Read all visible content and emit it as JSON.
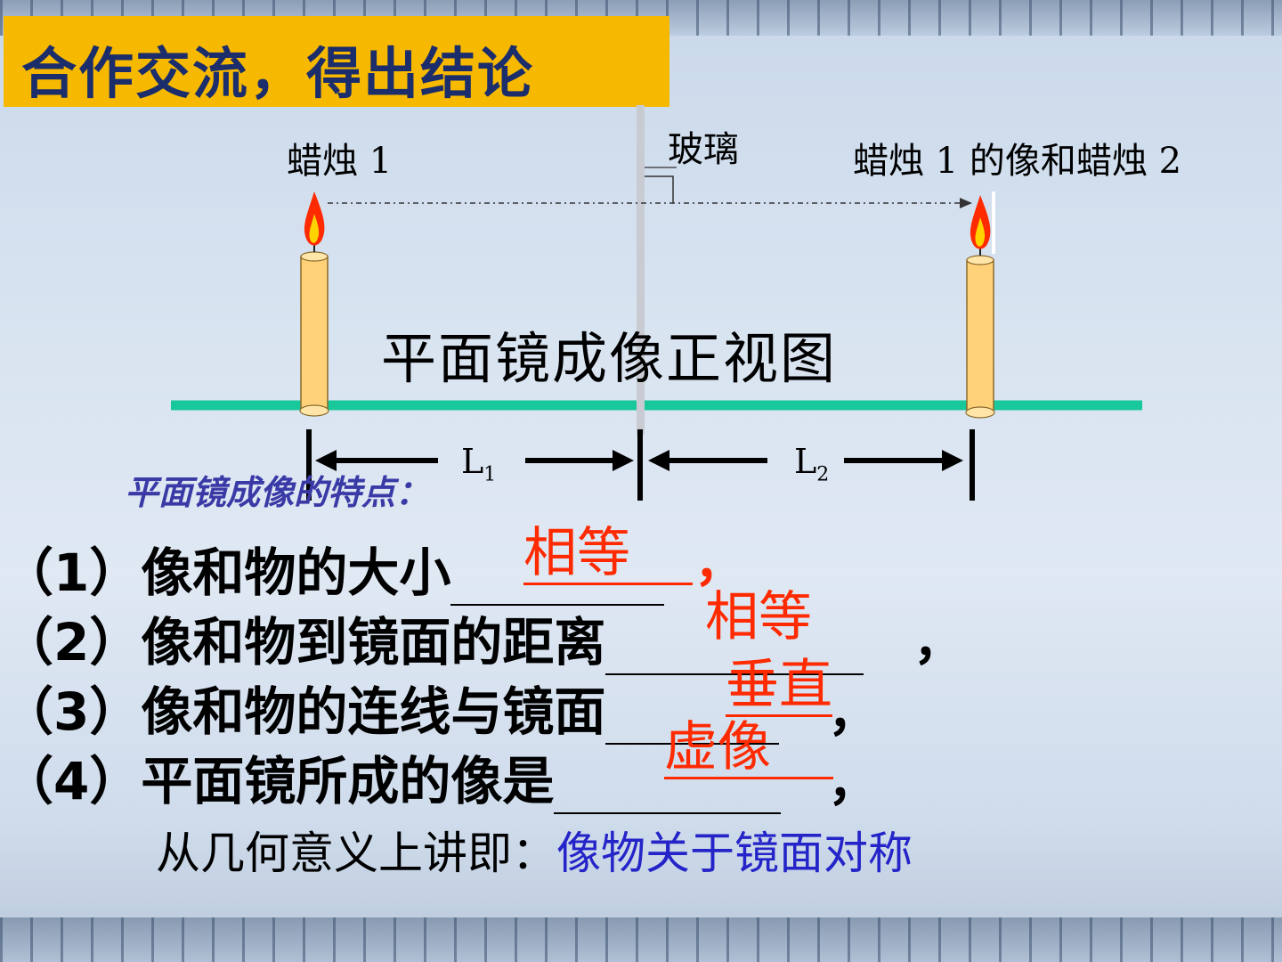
{
  "title": "合作交流，得出结论",
  "diagram": {
    "candle1_label": "蜡烛 1",
    "glass_label": "玻璃",
    "candle2_label": "蜡烛 1 的像和蜡烛 2",
    "view_label": "平面镜成像正视图",
    "l1_main": "L",
    "l1_sub": "1",
    "l2_main": "L",
    "l2_sub": "2"
  },
  "features": {
    "heading": "平面镜成像的特点：",
    "items": [
      {
        "text": "（1）像和物的大小",
        "answer": "相等"
      },
      {
        "text": "（2）像和物到镜面的距离",
        "answer": "相等"
      },
      {
        "text": "（3）像和物的连线与镜面",
        "answer": "垂直"
      },
      {
        "text": "（4）平面镜所成的像是",
        "answer": "虚像"
      }
    ],
    "comma": "，"
  },
  "conclusion": {
    "prefix": "从几何意义上讲即：",
    "highlight": "像物关于镜面对称"
  },
  "colors": {
    "title_bg": "#f7b900",
    "title_text": "#1b2d6b",
    "answer": "#ff2a00",
    "ground": "#18c79a",
    "highlight": "#2424c8"
  }
}
